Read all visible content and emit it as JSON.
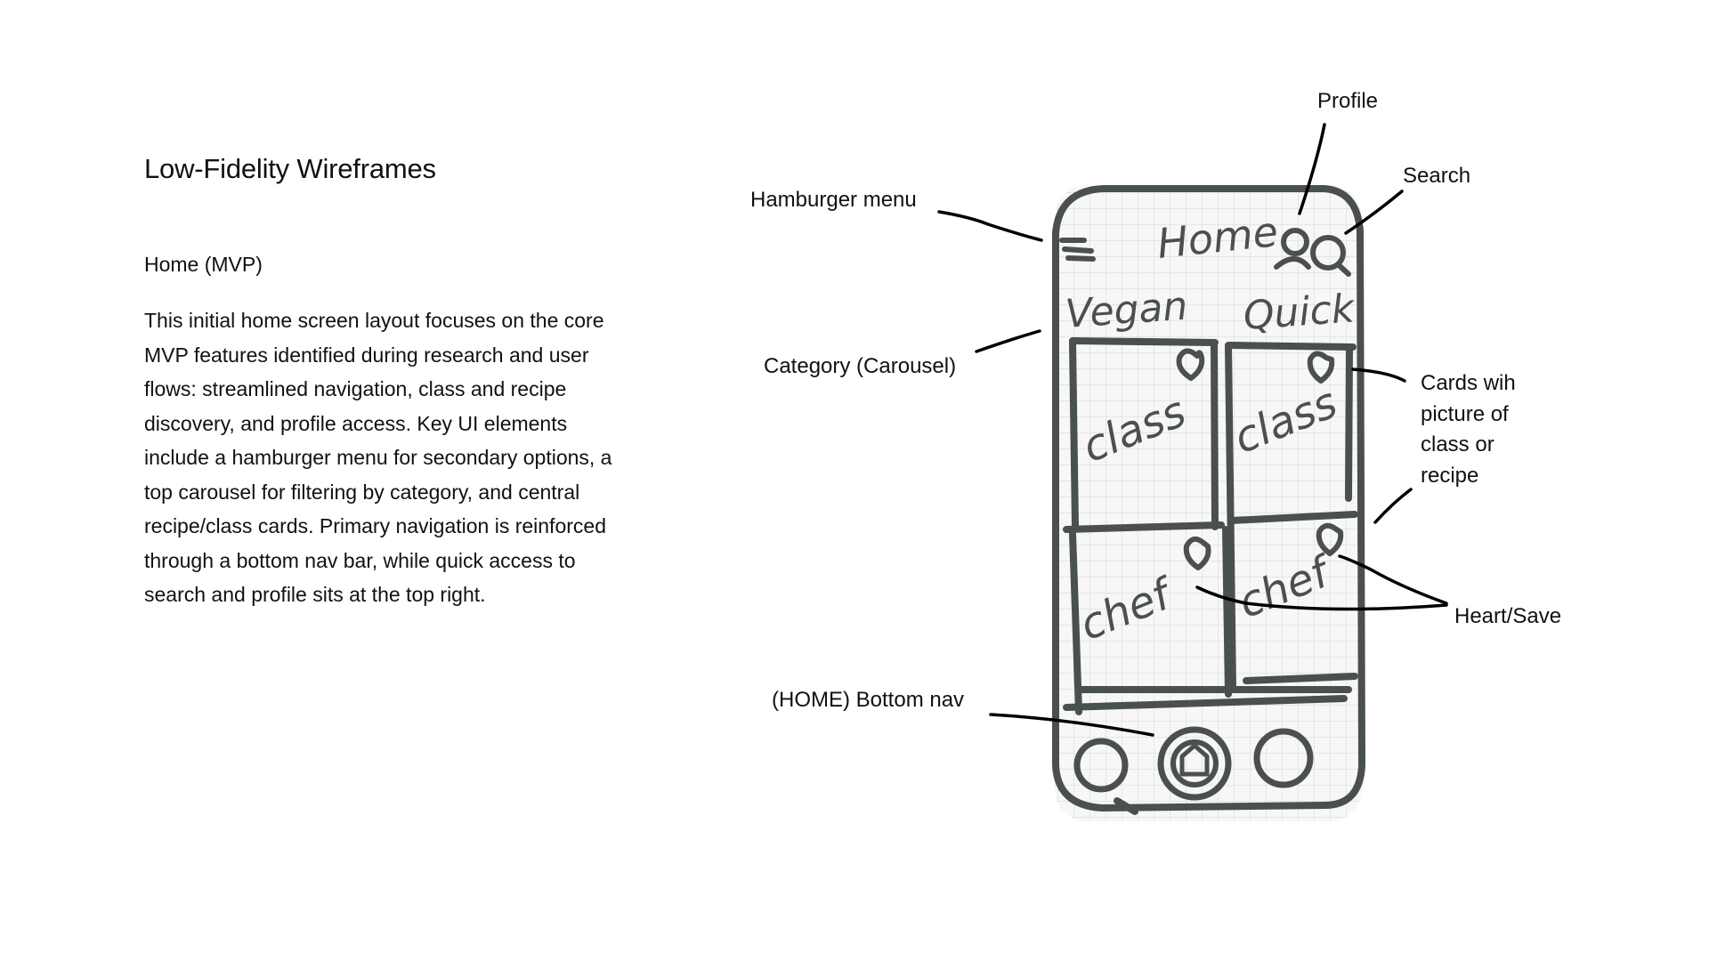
{
  "page": {
    "title": "Low-Fidelity Wireframes",
    "section_title": "Home (MVP)",
    "description": "This initial home screen layout focuses on the core MVP features identified during research and user flows: streamlined navigation, class and recipe discovery, and profile access. Key UI elements include a hamburger menu for secondary options, a top carousel for filtering by category, and central recipe/class cards. Primary navigation is reinforced through a bottom nav bar, while quick access to search and profile sits at the top right."
  },
  "annotations": {
    "profile": "Profile",
    "search": "Search",
    "hamburger_menu": "Hamburger menu",
    "category_carousel": "Category (Carousel)",
    "cards": [
      "Cards wih",
      "picture of",
      "class or",
      "recipe"
    ],
    "heart_save": "Heart/Save",
    "bottom_nav": "(HOME) Bottom nav"
  },
  "sketch": {
    "header_label": "Home",
    "categories": [
      "Vegan",
      "Quick"
    ],
    "cards": [
      "class",
      "class",
      "chef",
      "chef"
    ],
    "ink_color": "#4a4f4f",
    "grid_color": "#d6d6d6",
    "paper_color": "#f7f7f5",
    "icons": [
      "hamburger-icon",
      "profile-icon",
      "search-icon",
      "heart-icon",
      "home-icon",
      "nav-circle-icon"
    ]
  }
}
